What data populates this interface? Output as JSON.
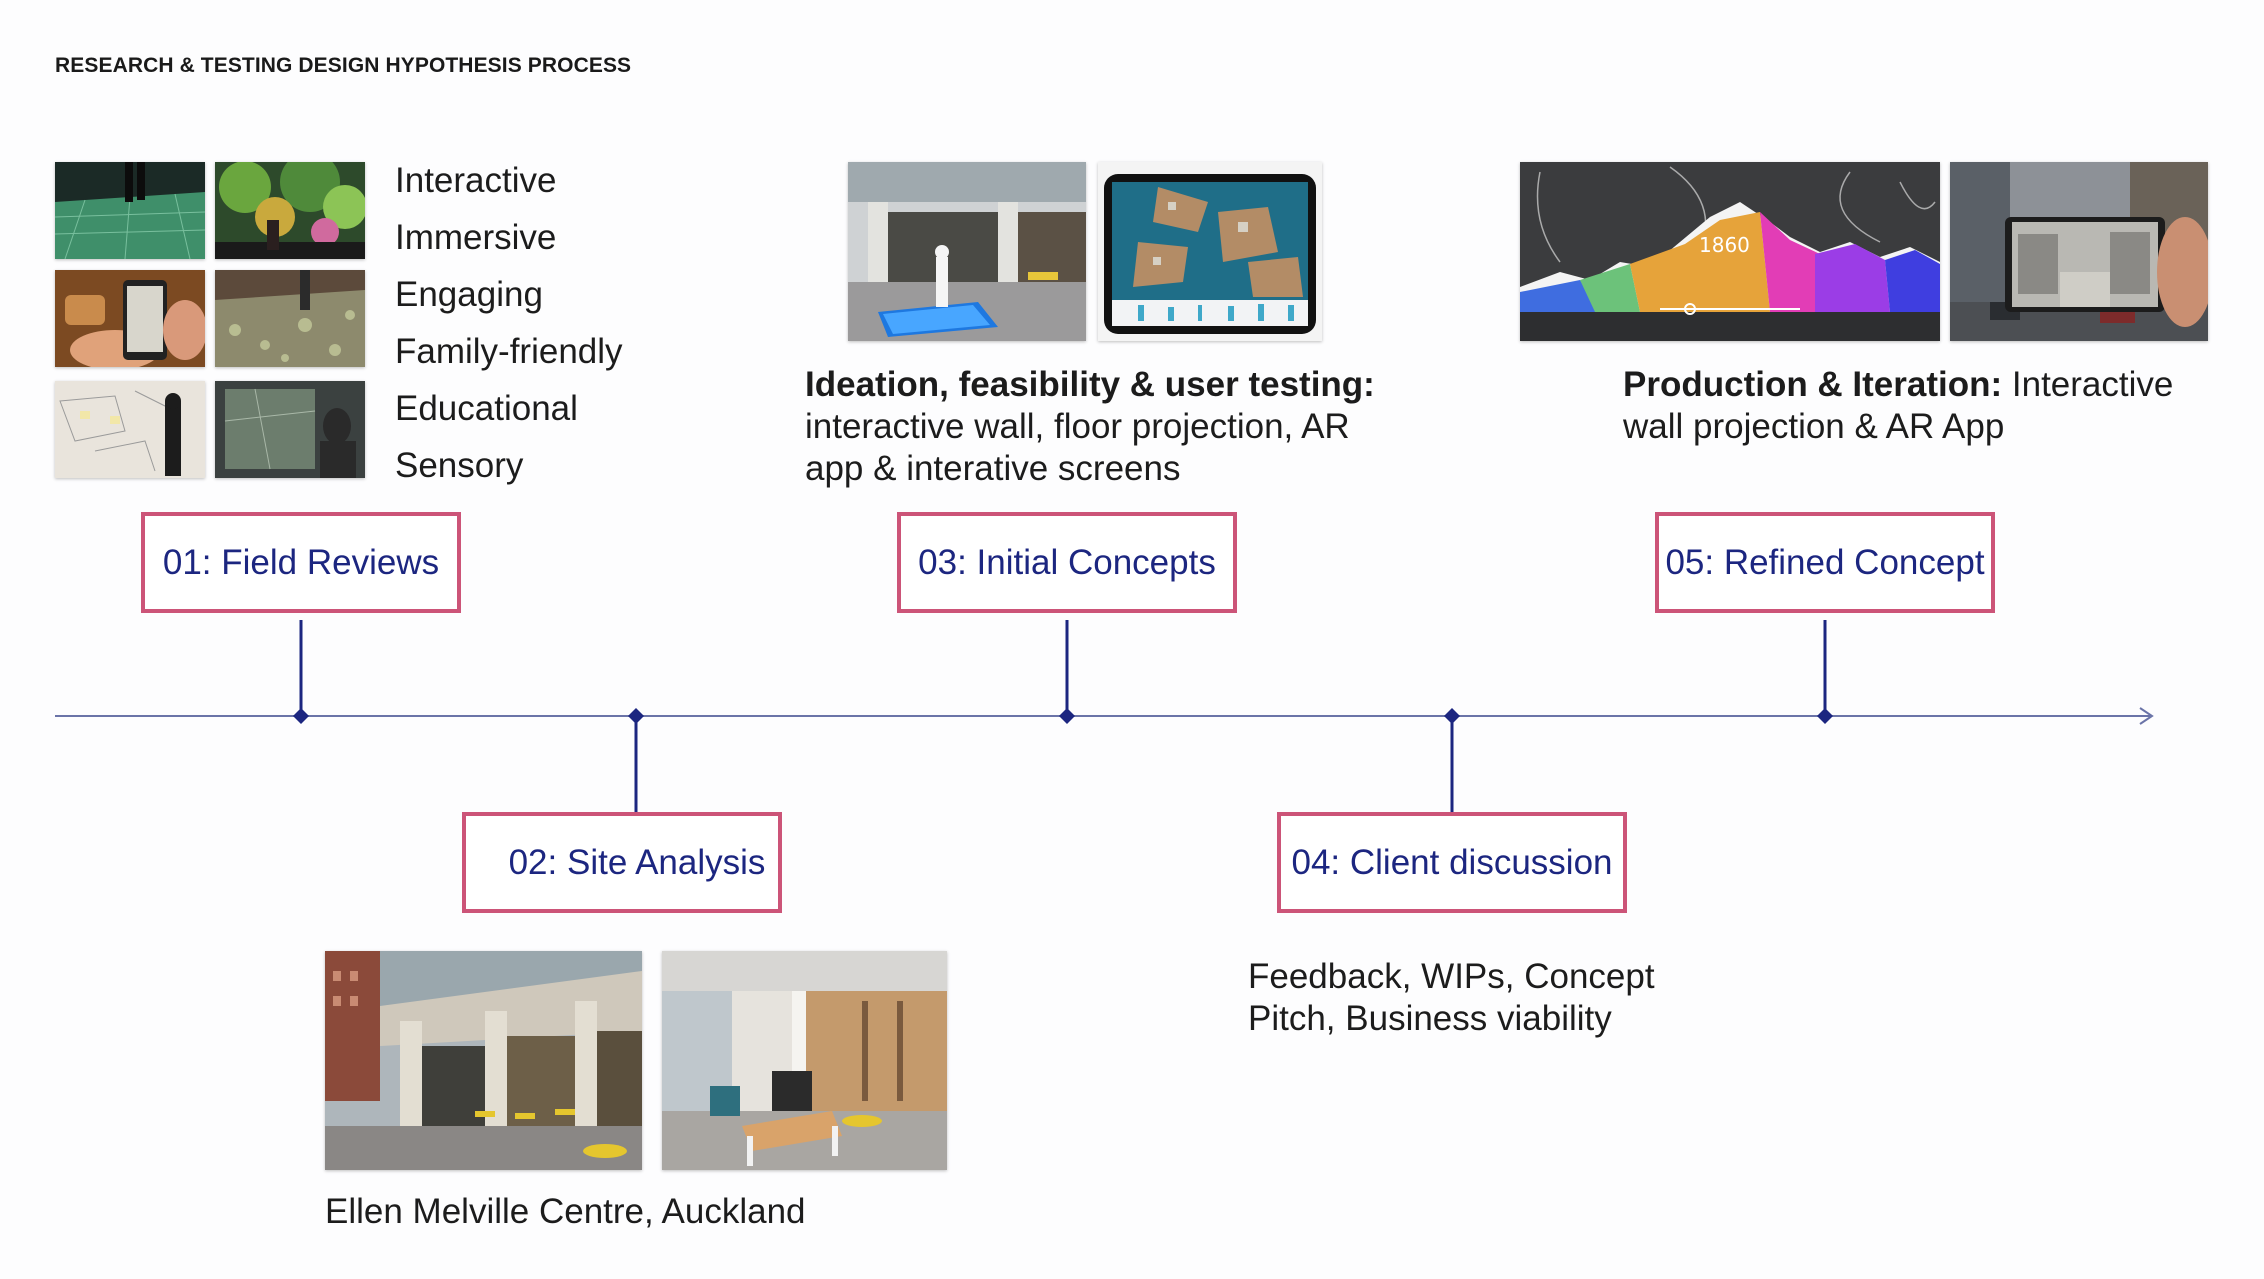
{
  "title": "RESEARCH & TESTING DESIGN HYPOTHESIS PROCESS",
  "qualities": [
    "Interactive",
    "Immersive",
    "Engaging",
    "Family-friendly",
    "Educational",
    "Sensory"
  ],
  "stages": [
    {
      "label": "01: Field Reviews"
    },
    {
      "label": "02: Site Analysis"
    },
    {
      "label": "03: Initial Concepts"
    },
    {
      "label": "04: Client discussion"
    },
    {
      "label": "05: Refined Concept"
    }
  ],
  "captions": {
    "stage02": "Ellen Melville Centre, Auckland",
    "stage03_bold": "Ideation, feasibility & user testing:",
    "stage03_line1": "interactive wall, floor projection, AR",
    "stage03_line2": "app & interative screens",
    "stage04_line1": "Feedback, WIPs, Concept",
    "stage04_line2": "Pitch, Business viability",
    "stage05_bold": "Production & Iteration:",
    "stage05_rest": " Interactive",
    "stage05_line2": "wall projection & AR App"
  },
  "projection_year": "1860",
  "colors": {
    "box_border": "#cc5478",
    "box_text": "#1c2680",
    "timeline": "#1c2680"
  }
}
